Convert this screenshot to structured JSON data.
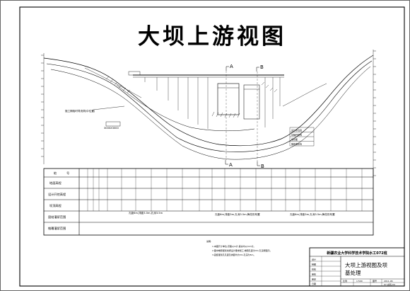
{
  "drawing": {
    "title": "大坝上游视图",
    "section_marks": [
      "A",
      "B",
      "A",
      "B"
    ],
    "left_callout": "施工期临时导流洞(中位置)",
    "culvert_label": "3000X3000",
    "legend_labels": [
      "设计水位线",
      "基础开挖线",
      "坝基面",
      "帷幕灌浆线"
    ],
    "table": {
      "header": [
        "桩",
        "号"
      ],
      "rows": [
        "地面高程",
        "设计开挖高程",
        "坝顶高程",
        "固结灌浆范围",
        "帷幕灌浆范围"
      ],
      "grout_notes": [
        "孔距6m,排距3.5m,孔深3.5m",
        "孔距6m,排距3m,孔深3.5m,梅花形布置",
        "孔距6m,排距3m,孔深3.5m,梅花形布置"
      ]
    },
    "notes": [
      "说明:",
      "1.本图尺寸单位,高程以m计,其余均以mm计。",
      "2.图中帷幕灌浆线按设计要求施工,帷幕孔距为3m,孔深按图示。",
      "3.固结灌浆孔孔距及排距均为3m,孔深为5m。"
    ],
    "title_block": {
      "school": "新疆农业大学科学技术学院水工072班",
      "drawing_name_1": "大坝上游视图及坝",
      "drawing_name_2": "基处理",
      "left_cells": [
        "设计",
        "制图",
        "校核",
        "审核",
        "审定",
        "日期"
      ],
      "scale_label": "比例",
      "scale_value": "1:500",
      "sheet_label": "图号",
      "sheet_value": "2011-06",
      "drawing_no": "07-水利-04"
    }
  }
}
